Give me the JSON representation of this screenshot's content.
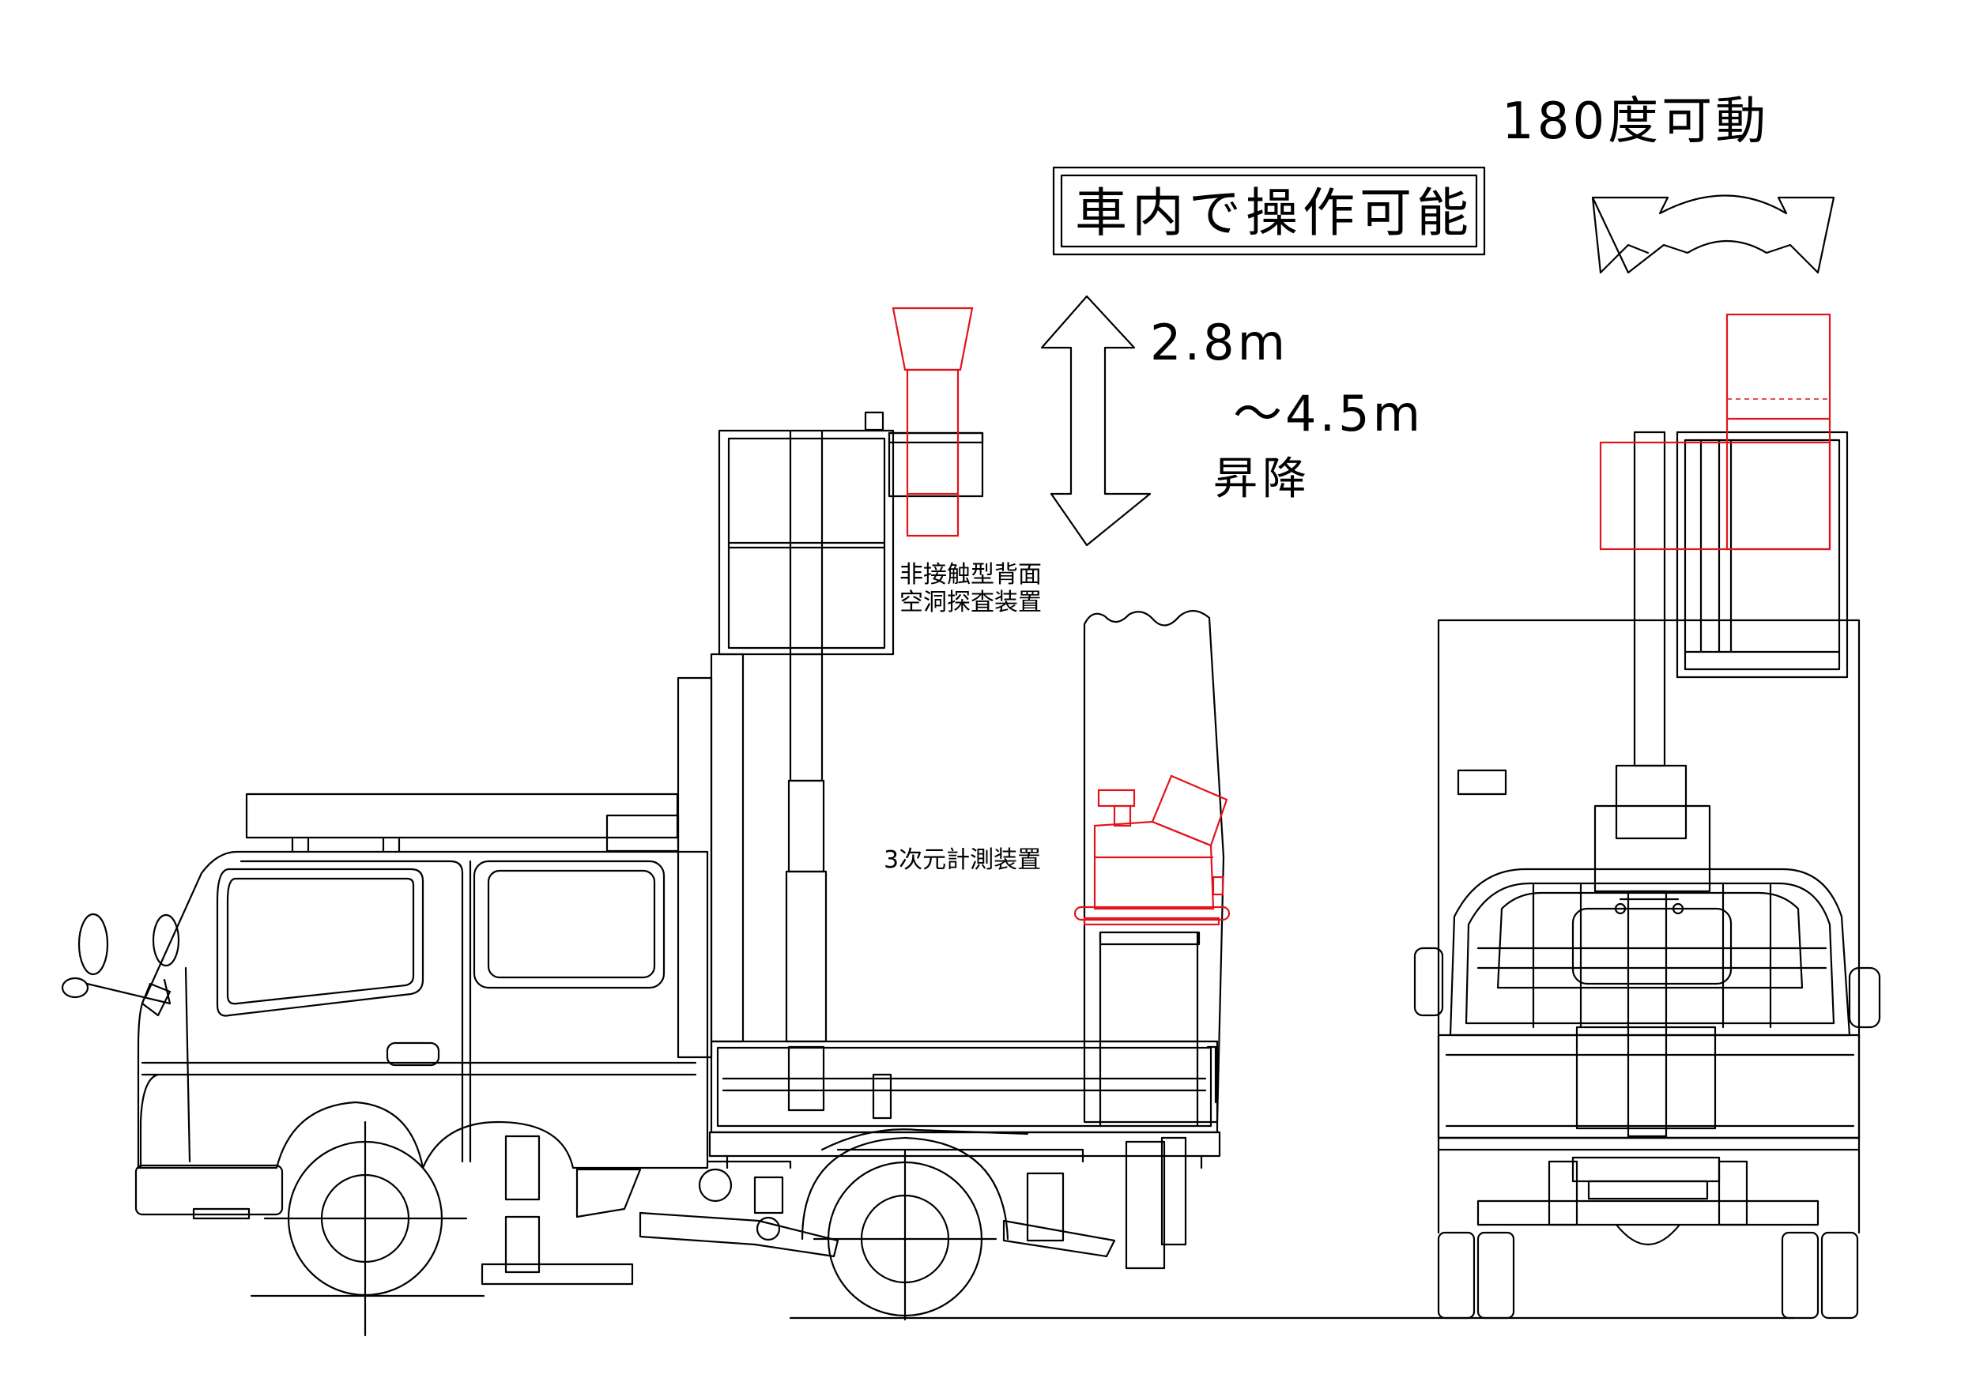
{
  "labels": {
    "rotation": "180度可動",
    "cab_operation": "車内で操作可能",
    "height_min": "2.8m",
    "height_max": "～4.5m",
    "lift": "昇降",
    "cavity_device_line1": "非接触型背面",
    "cavity_device_line2": "空洞探査装置",
    "measure_device": "3次元計測装置"
  },
  "colors": {
    "line": "#000000",
    "equipment": "#e0141c",
    "background": "#ffffff"
  }
}
